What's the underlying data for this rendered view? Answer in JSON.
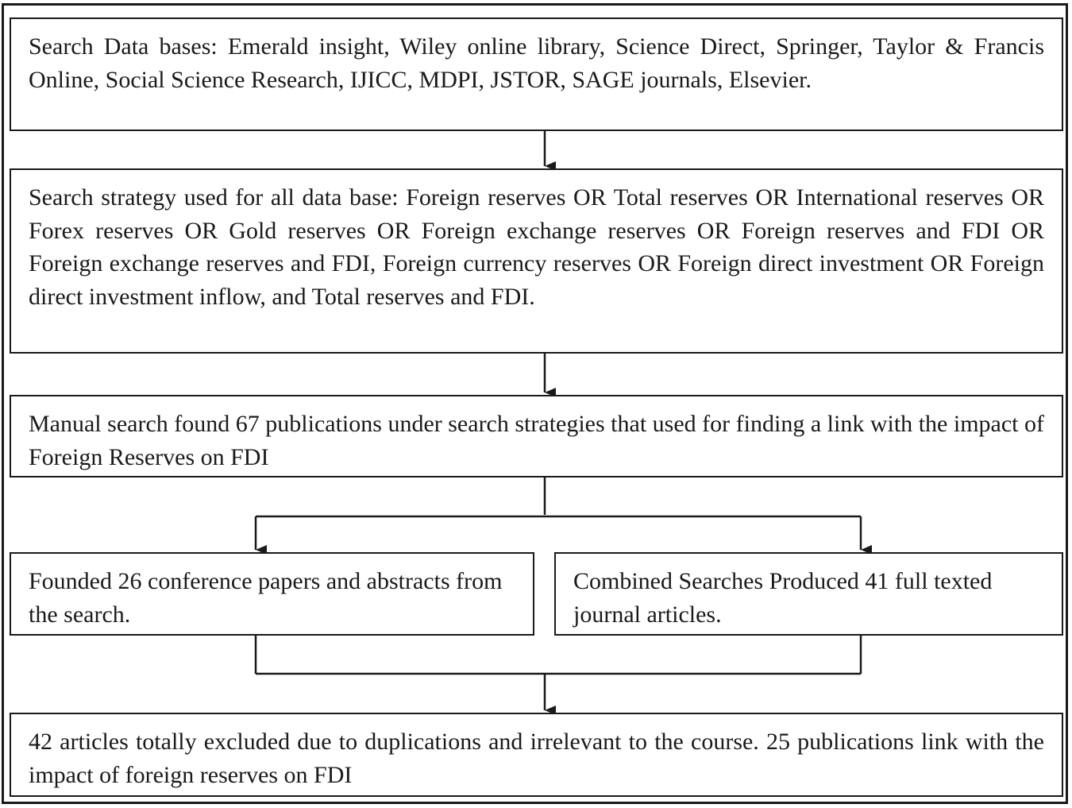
{
  "diagram": {
    "nodes": [
      {
        "id": "databases",
        "text": "Search Data bases: Emerald insight, Wiley online library, Science Direct, Springer, Taylor & Francis Online, Social Science Research, IJICC, MDPI, JSTOR, SAGE journals, Elsevier."
      },
      {
        "id": "strategy",
        "text": "Search strategy used for all data base: Foreign reserves OR Total reserves OR International reserves OR Forex reserves OR Gold reserves OR Foreign exchange reserves OR Foreign reserves and FDI OR Foreign exchange reserves and FDI, Foreign currency reserves OR Foreign direct investment OR Foreign direct investment inflow, and Total reserves and FDI."
      },
      {
        "id": "manual",
        "text": "Manual search found 67 publications under search strategies that used for finding a link with the impact of Foreign Reserves on FDI"
      },
      {
        "id": "conference",
        "text": "Founded 26 conference papers and abstracts from the search."
      },
      {
        "id": "journal",
        "text": "Combined Searches Produced 41  full texted journal articles."
      },
      {
        "id": "excluded",
        "text": "42 articles totally excluded due to duplications and irrelevant to the course. 25 publications link with the impact of foreign reserves on FDI"
      }
    ],
    "edges": [
      {
        "from": "databases",
        "to": "strategy"
      },
      {
        "from": "strategy",
        "to": "manual"
      },
      {
        "from": "manual",
        "to": "conference"
      },
      {
        "from": "manual",
        "to": "journal"
      },
      {
        "from": "conference",
        "to": "excluded"
      },
      {
        "from": "journal",
        "to": "excluded"
      }
    ]
  }
}
